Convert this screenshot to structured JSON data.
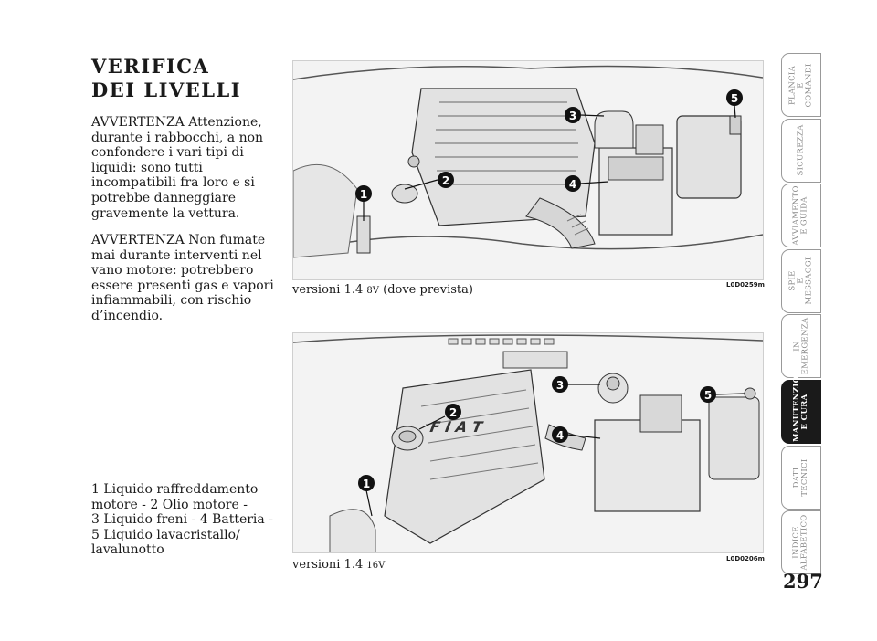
{
  "title": {
    "line1": "VERIFICA",
    "line2": "DEI LIVELLI"
  },
  "warnings": [
    "AVVERTENZA Attenzione, durante i rabbocchi, a non confondere i vari tipi di liquidi: sono tutti incompatibili fra loro e si potrebbe danneggiare gravemente la vettura.",
    "AVVERTENZA Non fumate mai durante interventi nel vano motore: potrebbero essere presenti gas e vapori infiammabili, con rischio d’incendio."
  ],
  "legend": {
    "line1": "1 Liquido raffreddamento",
    "line2": "motore - 2 Olio motore -",
    "line3": "3 Liquido freni - 4 Batteria -",
    "line4": "5 Liquido lavacristallo/",
    "line5": "lavalunotto"
  },
  "figures": [
    {
      "caption_main": "versioni 1.4 ",
      "caption_small": "8V",
      "caption_extra": " (dove prevista)",
      "code": "L0D0259m",
      "callouts": [
        "1",
        "2",
        "3",
        "4",
        "5"
      ]
    },
    {
      "caption_main": "versioni 1.4 ",
      "caption_small": "16V",
      "caption_extra": "",
      "code": "L0D0206m",
      "callouts": [
        "1",
        "2",
        "3",
        "4",
        "5"
      ],
      "logo": "F I A T"
    }
  ],
  "tabs": [
    {
      "label": "PLANCIA\nE COMANDI",
      "active": false
    },
    {
      "label": "SICUREZZA",
      "active": false
    },
    {
      "label": "AVVIAMENTO\nE GUIDA",
      "active": false
    },
    {
      "label": "SPIE\nE MESSAGGI",
      "active": false
    },
    {
      "label": "IN\nEMERGENZA",
      "active": false
    },
    {
      "label": "MANUTENZIONE\nE CURA",
      "active": true
    },
    {
      "label": "DATI\nTECNICI",
      "active": false
    },
    {
      "label": "INDICE\nALFABETICO",
      "active": false
    }
  ],
  "page_number": "297"
}
